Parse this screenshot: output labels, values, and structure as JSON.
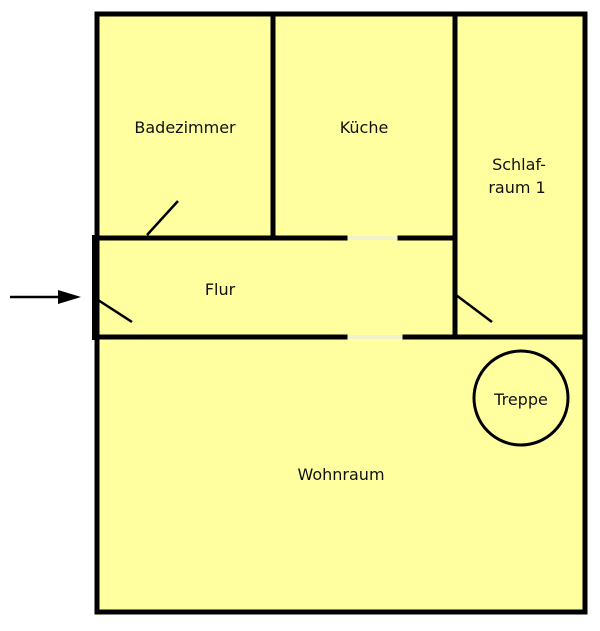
{
  "colors": {
    "room_fill": "#ffffa0",
    "wall": "#000000",
    "door_gap": "#f2f2c8"
  },
  "rooms": {
    "bathroom": "Badezimmer",
    "kitchen": "Küche",
    "bedroom_line1": "Schlaf-",
    "bedroom_line2": "raum 1",
    "hallway": "Flur",
    "living_room": "Wohnraum",
    "stairs": "Treppe"
  }
}
